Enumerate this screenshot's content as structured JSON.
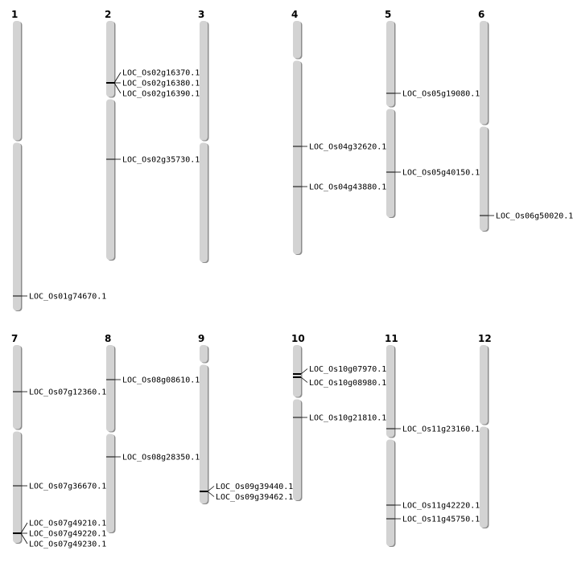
{
  "colors": {
    "chromosome_fill": "#d3d3d3",
    "chromosome_shadow": "#8c8c8c",
    "marker": "#000000",
    "background": "#ffffff"
  },
  "chromosomes": [
    {
      "label": "1",
      "row": 0,
      "col": 0,
      "length": 360,
      "centromere": 150,
      "genes": [
        {
          "name": "LOC_Os01g74670.1",
          "pos": 342
        }
      ]
    },
    {
      "label": "2",
      "row": 0,
      "col": 1,
      "length": 297,
      "centromere": 96,
      "genes": [
        {
          "name": "LOC_Os02g16370.1",
          "pos": 77
        },
        {
          "name": "LOC_Os02g16380.1",
          "pos": 77
        },
        {
          "name": "LOC_Os02g16390.1",
          "pos": 77
        },
        {
          "name": "LOC_Os02g35730.1",
          "pos": 172
        }
      ]
    },
    {
      "label": "3",
      "row": 0,
      "col": 2,
      "length": 300,
      "centromere": 150,
      "genes": []
    },
    {
      "label": "4",
      "row": 0,
      "col": 3,
      "length": 290,
      "centromere": 48,
      "genes": [
        {
          "name": "LOC_Os04g32620.1",
          "pos": 156
        },
        {
          "name": "LOC_Os04g43880.1",
          "pos": 206
        }
      ]
    },
    {
      "label": "5",
      "row": 0,
      "col": 4,
      "length": 244,
      "centromere": 108,
      "genes": [
        {
          "name": "LOC_Os05g19080.1",
          "pos": 90
        },
        {
          "name": "LOC_Os05g40150.1",
          "pos": 188
        }
      ]
    },
    {
      "label": "6",
      "row": 0,
      "col": 5,
      "length": 261,
      "centromere": 130,
      "genes": [
        {
          "name": "LOC_Os06g50020.1",
          "pos": 242
        }
      ]
    },
    {
      "label": "7",
      "row": 1,
      "col": 0,
      "length": 246,
      "centromere": 106,
      "genes": [
        {
          "name": "LOC_Os07g12360.1",
          "pos": 58
        },
        {
          "name": "LOC_Os07g36670.1",
          "pos": 175
        },
        {
          "name": "LOC_Os07g49210.1",
          "pos": 234
        },
        {
          "name": "LOC_Os07g49220.1",
          "pos": 234
        },
        {
          "name": "LOC_Os07g49230.1",
          "pos": 234
        }
      ]
    },
    {
      "label": "8",
      "row": 1,
      "col": 1,
      "length": 233,
      "centromere": 109,
      "genes": [
        {
          "name": "LOC_Os08g08610.1",
          "pos": 43
        },
        {
          "name": "LOC_Os08g28350.1",
          "pos": 139
        }
      ]
    },
    {
      "label": "9",
      "row": 1,
      "col": 2,
      "length": 197,
      "centromere": 23,
      "genes": [
        {
          "name": "LOC_Os09g39440.1",
          "pos": 182
        },
        {
          "name": "LOC_Os09g39462.1",
          "pos": 182
        }
      ]
    },
    {
      "label": "10",
      "row": 1,
      "col": 3,
      "length": 193,
      "centromere": 66,
      "genes": [
        {
          "name": "LOC_Os10g07970.1",
          "pos": 36
        },
        {
          "name": "LOC_Os10g08980.1",
          "pos": 40
        },
        {
          "name": "LOC_Os10g21810.1",
          "pos": 90
        }
      ]
    },
    {
      "label": "11",
      "row": 1,
      "col": 4,
      "length": 250,
      "centromere": 116,
      "genes": [
        {
          "name": "LOC_Os11g23160.1",
          "pos": 104
        },
        {
          "name": "LOC_Os11g42220.1",
          "pos": 199
        },
        {
          "name": "LOC_Os11g45750.1",
          "pos": 216
        }
      ]
    },
    {
      "label": "12",
      "row": 1,
      "col": 5,
      "length": 227,
      "centromere": 100,
      "genes": []
    }
  ]
}
